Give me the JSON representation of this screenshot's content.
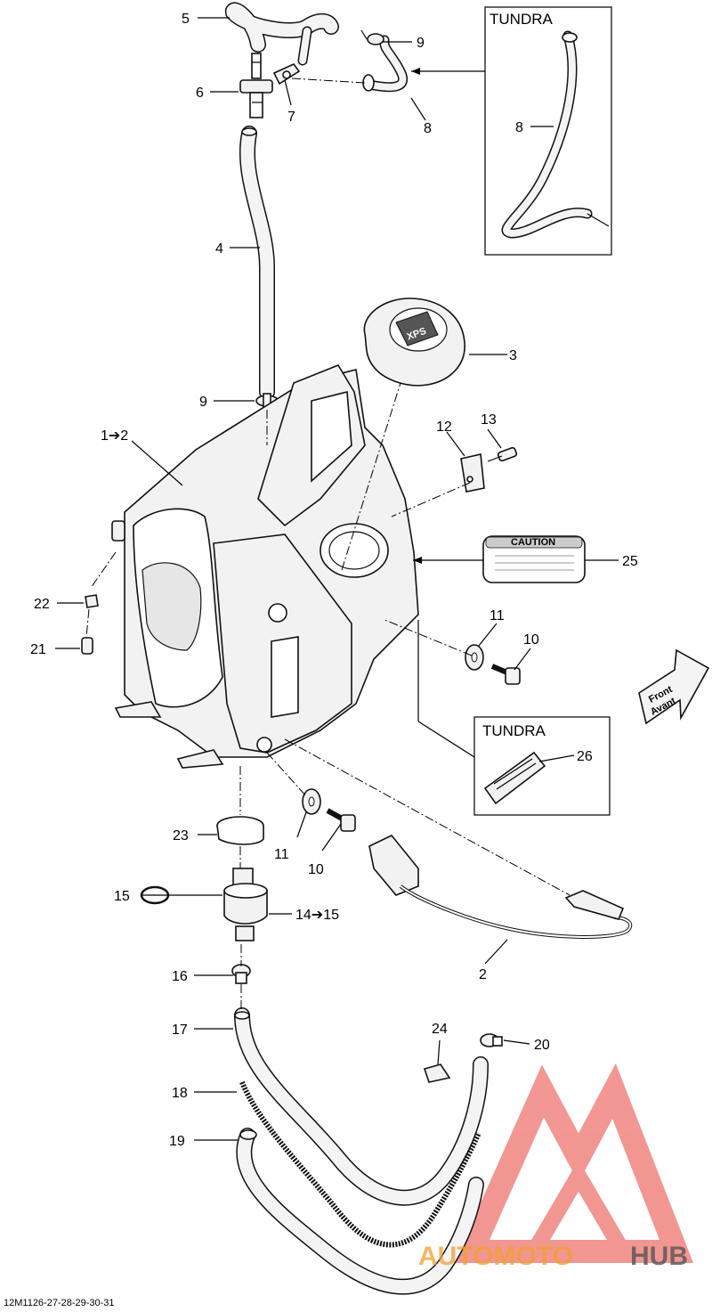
{
  "diagram": {
    "code": "12M1126-27-28-29-30-31",
    "inset_labels": [
      "TUNDRA",
      "TUNDRA"
    ],
    "callouts": [
      {
        "id": "5",
        "text": "5"
      },
      {
        "id": "6",
        "text": "6"
      },
      {
        "id": "7",
        "text": "7"
      },
      {
        "id": "9a",
        "text": "9"
      },
      {
        "id": "8a",
        "text": "8"
      },
      {
        "id": "8b",
        "text": "8"
      },
      {
        "id": "4",
        "text": "4"
      },
      {
        "id": "3",
        "text": "3"
      },
      {
        "id": "9b",
        "text": "9"
      },
      {
        "id": "1-2",
        "text": "1➔2"
      },
      {
        "id": "12",
        "text": "12"
      },
      {
        "id": "13",
        "text": "13"
      },
      {
        "id": "25",
        "text": "25"
      },
      {
        "id": "22",
        "text": "22"
      },
      {
        "id": "21",
        "text": "21"
      },
      {
        "id": "11a",
        "text": "11"
      },
      {
        "id": "10a",
        "text": "10"
      },
      {
        "id": "26",
        "text": "26"
      },
      {
        "id": "23",
        "text": "23"
      },
      {
        "id": "11b",
        "text": "11"
      },
      {
        "id": "10b",
        "text": "10"
      },
      {
        "id": "15",
        "text": "15"
      },
      {
        "id": "14-15",
        "text": "14➔15"
      },
      {
        "id": "2",
        "text": "2"
      },
      {
        "id": "16",
        "text": "16"
      },
      {
        "id": "17",
        "text": "17"
      },
      {
        "id": "24",
        "text": "24"
      },
      {
        "id": "20",
        "text": "20"
      },
      {
        "id": "18",
        "text": "18"
      },
      {
        "id": "19",
        "text": "19"
      }
    ],
    "cap_text": "XPS",
    "caution_text": "CAUTION",
    "front_arrow": [
      "Front",
      "Avant"
    ],
    "watermark": {
      "auto": "AUTOMOTO",
      "hub": "HUB",
      "color_red": "#e8413a",
      "color_gray": "#555555"
    }
  }
}
